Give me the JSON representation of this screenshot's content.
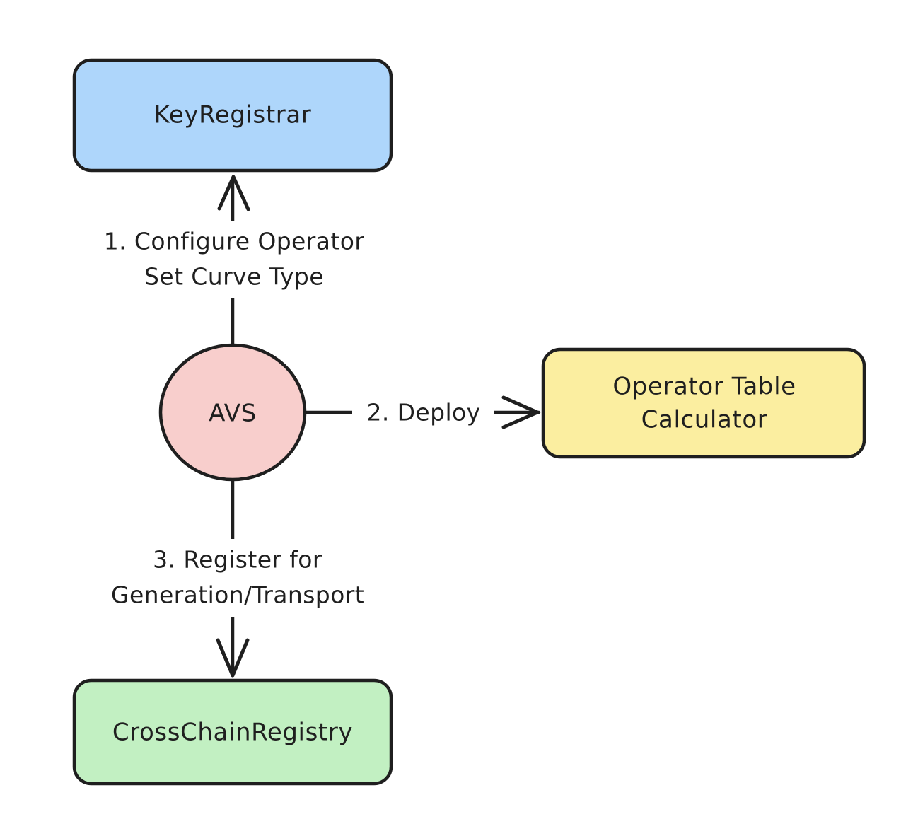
{
  "diagram": {
    "type": "flowchart",
    "direction": "top-down",
    "background_color": "#ffffff",
    "stroke_color": "#1f1f1f",
    "nodes": [
      {
        "id": "key-registrar",
        "label": "KeyRegistrar",
        "shape": "rounded-rectangle",
        "fill_color": "#aed6fb",
        "border_color": "#1f1f1f"
      },
      {
        "id": "avs",
        "label": "AVS",
        "shape": "circle",
        "fill_color": "#f8cecc",
        "border_color": "#1f1f1f"
      },
      {
        "id": "operator-table-calculator",
        "label": "Operator Table Calculator",
        "label_line_1": "Operator Table",
        "label_line_2": "Calculator",
        "shape": "rounded-rectangle",
        "fill_color": "#fbeea0",
        "border_color": "#1f1f1f"
      },
      {
        "id": "cross-chain-registry",
        "label": "CrossChainRegistry",
        "shape": "rounded-rectangle",
        "fill_color": "#c2f0c2",
        "border_color": "#1f1f1f"
      }
    ],
    "edges": [
      {
        "id": "edge-configure",
        "from": "avs",
        "to": "key-registrar",
        "label": "1. Configure Operator Set Curve Type",
        "label_line_1": "1. Configure Operator",
        "label_line_2": "Set Curve Type",
        "direction": "up",
        "arrow": "open-arrow"
      },
      {
        "id": "edge-deploy",
        "from": "avs",
        "to": "operator-table-calculator",
        "label": "2. Deploy",
        "label_line_1": "2. Deploy",
        "label_line_2": "",
        "direction": "right",
        "arrow": "open-arrow"
      },
      {
        "id": "edge-register",
        "from": "avs",
        "to": "cross-chain-registry",
        "label": "3. Register for Generation/Transport",
        "label_line_1": "3. Register for",
        "label_line_2": "Generation/Transport",
        "direction": "down",
        "arrow": "open-arrow"
      }
    ]
  }
}
